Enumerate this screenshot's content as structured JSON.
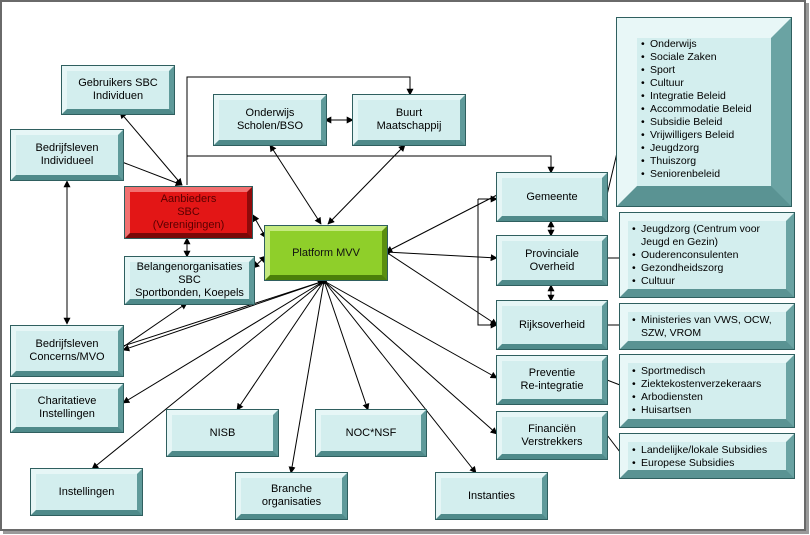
{
  "nodes": {
    "gebruikers": "Gebruikers SBC\nIndividuen",
    "onderwijs": "Onderwijs\nScholen/BSO",
    "buurt": "Buurt\nMaatschappij",
    "bedrijfsleven_individueel": "Bedrijfsleven\nIndividueel",
    "aanbieders": "Aanbieders\nSBC\n(Verenigingen)",
    "platform": "Platform MVV",
    "belangenorganisaties": "Belangenorganisaties\nSBC\nSportbonden, Koepels",
    "bedrijfsleven_concerns": "Bedrijfsleven\nConcerns/MVO",
    "charitatieve": "Charitatieve\nInstellingen",
    "nisb": "NISB",
    "noc_nsf": "NOC*NSF",
    "instellingen": "Instellingen",
    "branche": "Branche\norganisaties",
    "instanties": "Instanties",
    "gemeente": "Gemeente",
    "provinciale": "Provinciale\nOverheid",
    "rijksoverheid": "Rijksoverheid",
    "preventie": "Preventie\nRe-integratie",
    "financien": "Financiën\nVerstrekkers"
  },
  "panels": {
    "gemeente_list": [
      "Onderwijs",
      "Sociale Zaken",
      "Sport",
      "Cultuur",
      "Integratie Beleid",
      "Accommodatie Beleid",
      "Subsidie Beleid",
      "Vrijwilligers Beleid",
      "Jeugdzorg",
      "Thuiszorg",
      "Seniorenbeleid"
    ],
    "provinciale_list": [
      "Jeugdzorg (Centrum voor Jeugd en Gezin)",
      "Ouderenconsulenten",
      "Gezondheidszorg",
      "Cultuur"
    ],
    "rijks_list": [
      "Ministeries van VWS, OCW, SZW, VROM"
    ],
    "preventie_list": [
      "Sportmedisch",
      "Ziektekostenverzekeraars",
      "Arbodiensten",
      "Huisartsen"
    ],
    "financien_list": [
      "Landelijke/lokale Subsidies",
      "Europese Subsidies"
    ]
  },
  "colors": {
    "box_fill": "#d3eeee",
    "aanbieders_fill": "#e31616",
    "platform_fill": "#8fcf2a",
    "line": "#000000"
  }
}
